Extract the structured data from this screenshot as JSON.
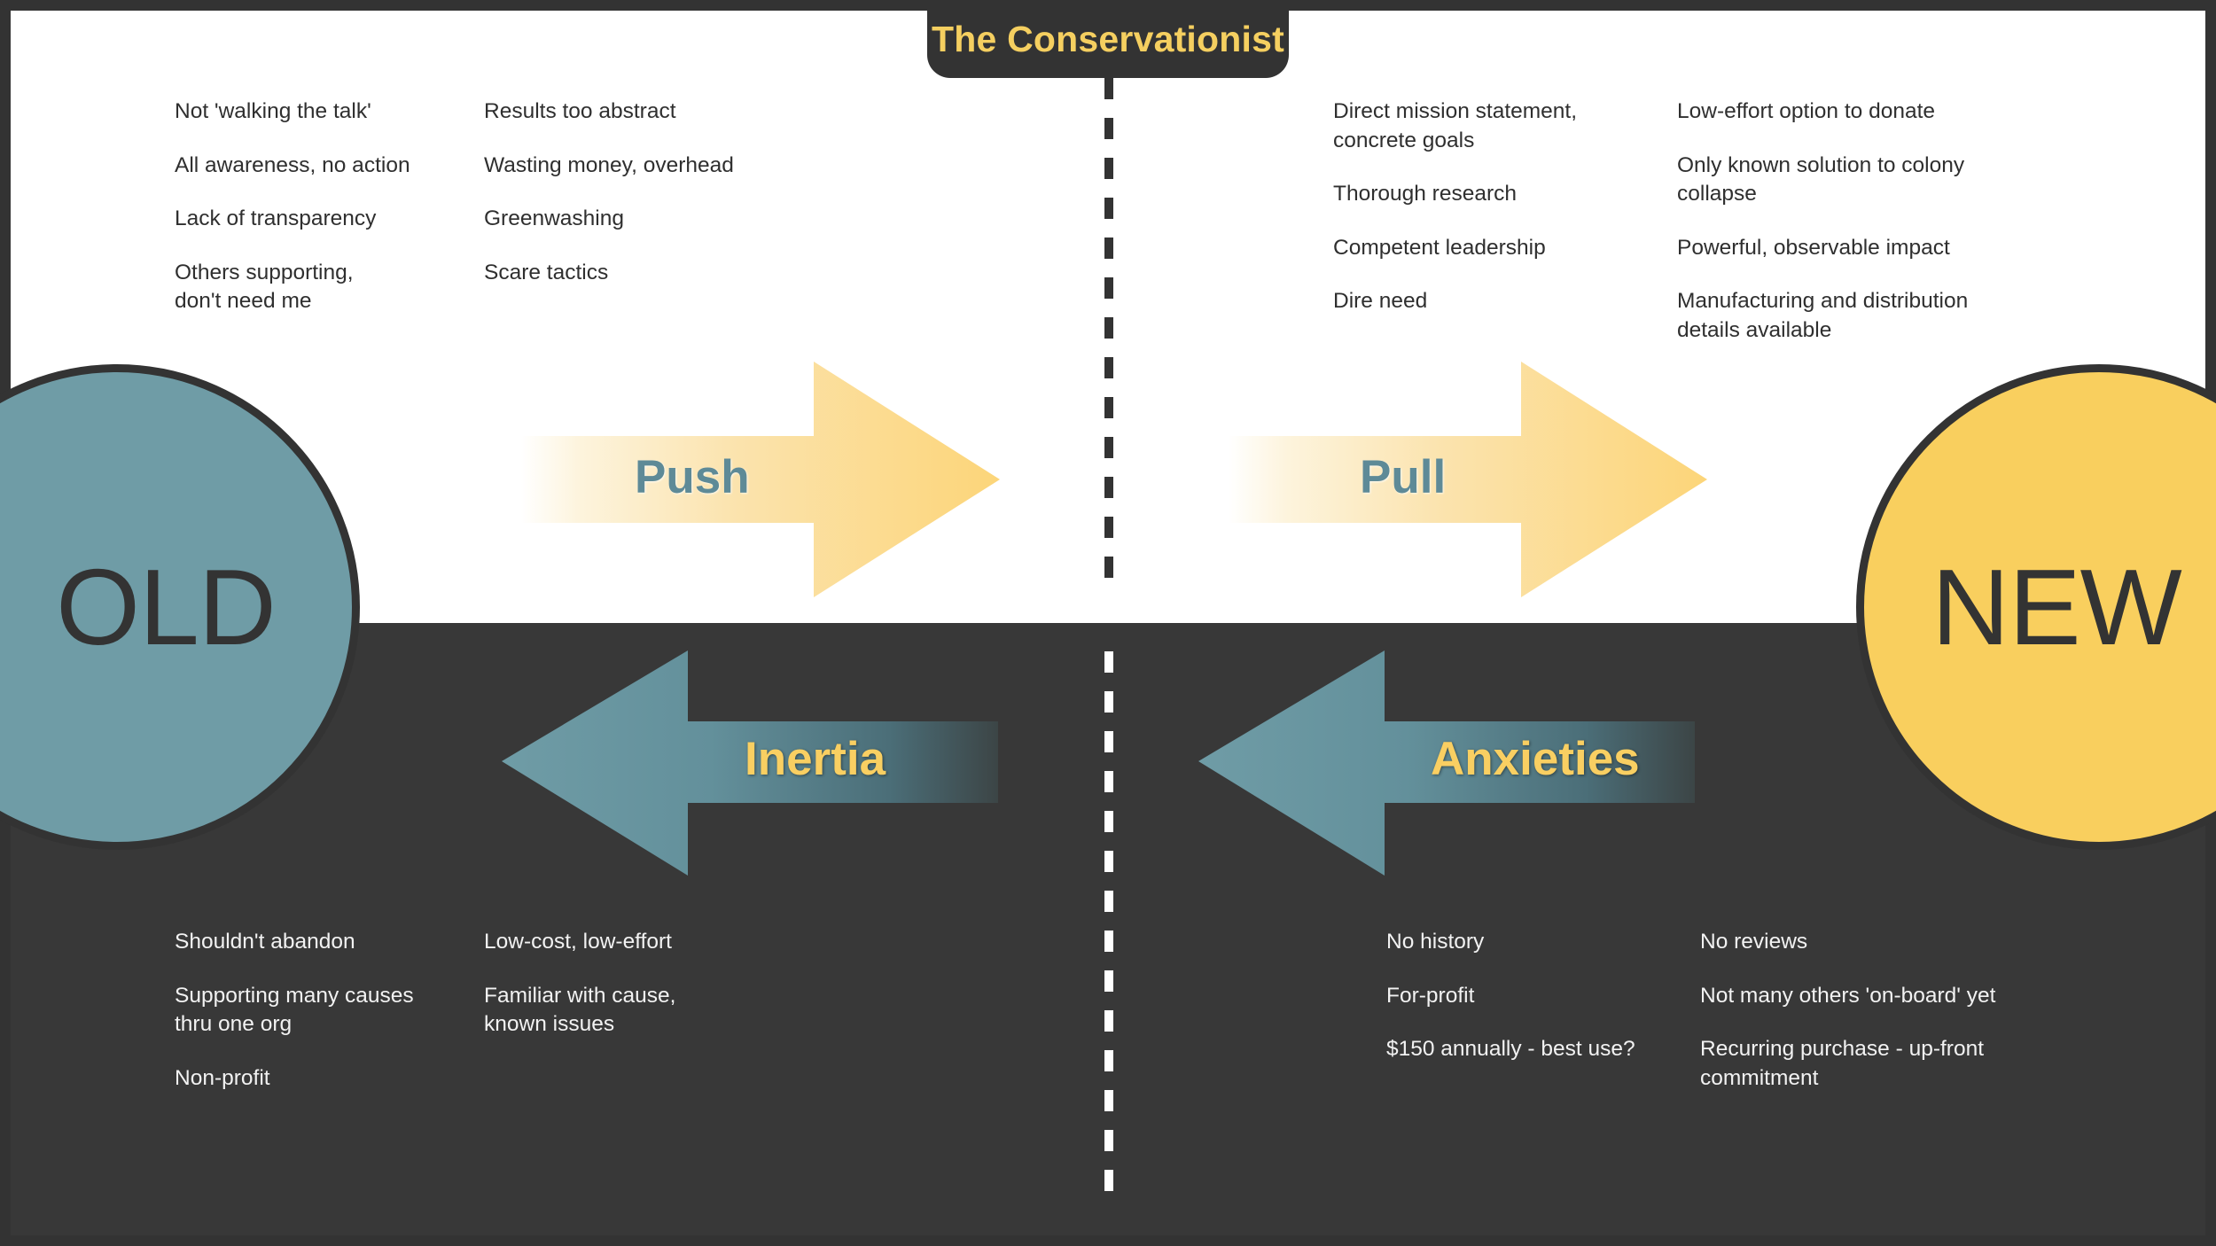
{
  "title": {
    "text": "The Conservationist"
  },
  "colors": {
    "dark": "#333333",
    "panel_dark": "#383838",
    "accent_yellow": "#f9cf5e",
    "accent_teal": "#6f9ca6",
    "label_blue": "#5e8a97",
    "white": "#ffffff"
  },
  "circles": {
    "old": {
      "label": "OLD"
    },
    "new": {
      "label": "NEW"
    }
  },
  "arrows": {
    "push": {
      "label": "Push",
      "direction": "right"
    },
    "pull": {
      "label": "Pull",
      "direction": "right"
    },
    "inertia": {
      "label": "Inertia",
      "direction": "left"
    },
    "anxieties": {
      "label": "Anxieties",
      "direction": "left"
    }
  },
  "columns": {
    "push_col1": [
      "Not 'walking the talk'",
      "All awareness, no action",
      "Lack of transparency",
      "Others supporting,\ndon't need me"
    ],
    "push_col2": [
      "Results too abstract",
      "Wasting money, overhead",
      "Greenwashing",
      "Scare tactics"
    ],
    "pull_col1": [
      "Direct mission statement,\nconcrete goals",
      "Thorough research",
      "Competent leadership",
      "Dire need"
    ],
    "pull_col2": [
      "Low-effort option to donate",
      "Only known solution to colony\ncollapse",
      "Powerful, observable impact",
      "Manufacturing and distribution\ndetails available"
    ],
    "inertia_col1": [
      "Shouldn't abandon",
      "Supporting many causes\nthru one org",
      "Non-profit"
    ],
    "inertia_col2": [
      "Low-cost, low-effort",
      "Familiar with cause,\nknown issues"
    ],
    "anxieties_col1": [
      "No history",
      "For-profit",
      "$150 annually - best use?"
    ],
    "anxieties_col2": [
      "No reviews",
      "Not many others 'on-board' yet",
      "Recurring purchase - up-front\ncommitment"
    ]
  }
}
